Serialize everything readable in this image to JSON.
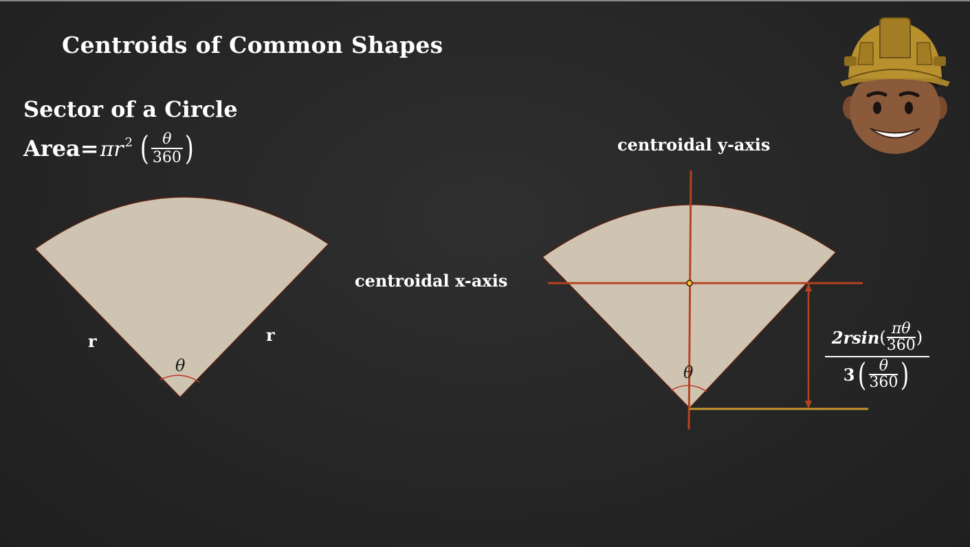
{
  "slide": {
    "title": "Centroids of Common Shapes",
    "subtitle": "Sector of a Circle",
    "area": {
      "label": "Area=",
      "expression": "πr",
      "exponent": "2",
      "fraction_numerator": "θ",
      "fraction_denominator": "360"
    }
  },
  "left_sector": {
    "radius_label_left": "r",
    "radius_label_right": "r",
    "angle_label": "θ"
  },
  "right_sector": {
    "y_axis_label": "centroidal y-axis",
    "x_axis_label": "centroidal x-axis",
    "angle_label": "θ",
    "formula": {
      "numerator_prefix": "2rsin",
      "inner_numerator": "πθ",
      "inner_denominator": "360",
      "denominator_coefficient": "3",
      "denominator_numerator": "θ",
      "denominator_denominator": "360"
    }
  },
  "colors": {
    "background": "#2a2a2a",
    "sector_fill": "#cfc4b2",
    "sector_outline": "#5a1f10",
    "axis_line": "#b5431e",
    "base_line": "#c8962e",
    "centroid_point": "#f5c23a"
  },
  "icons": {
    "mascot": "engineer-mascot-icon"
  }
}
